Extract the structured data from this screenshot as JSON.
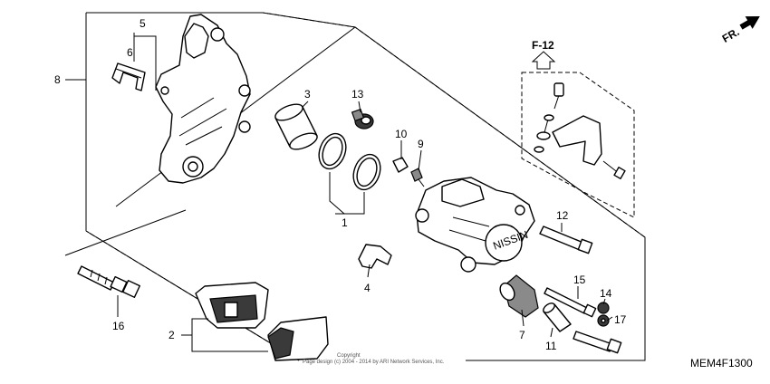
{
  "diagram_code": "MEM4F1300",
  "direction_label": "FR.",
  "reference_label": "F-12",
  "copyright_line1": "Copyright",
  "copyright_line2": "Page design (c) 2004 - 2014 by ARI Network Services, Inc.",
  "callouts": {
    "c1": "1",
    "c2": "2",
    "c3": "3",
    "c4": "4",
    "c5": "5",
    "c6": "6",
    "c7": "7",
    "c8": "8",
    "c9": "9",
    "c10": "10",
    "c11": "11",
    "c12": "12",
    "c13": "13",
    "c14": "14",
    "c15": "15",
    "c16": "16",
    "c17": "17"
  },
  "brand_mark": "NISSIN"
}
